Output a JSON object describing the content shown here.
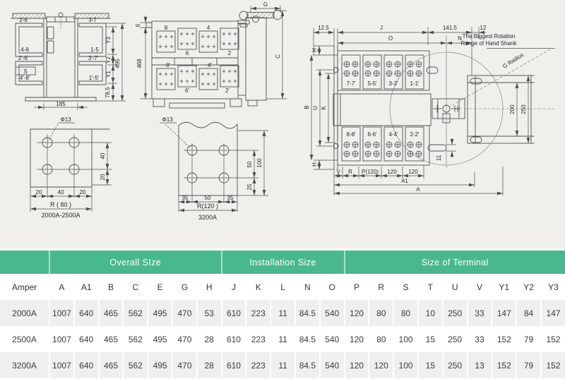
{
  "colors": {
    "header_green": "#4ab88d",
    "row_stripe": "#efefef",
    "drawing_bg": "#f0efeb"
  },
  "drawings": {
    "side_view": {
      "labels": {
        "l1": "2-6",
        "l2": "4-8",
        "l3": "2'-6'",
        "l4": "S",
        "l5": "4'-8'",
        "r1": "3-7",
        "r2": "1-5",
        "r3": "3'-7'",
        "r4": "1'-5'"
      },
      "dims": {
        "y3": "Y3",
        "y2": "Y2",
        "y1": "Y1",
        "e": "495",
        "b": "78.5",
        "w": "185"
      }
    },
    "front_view": {
      "labels": {
        "a1": "8",
        "a2": "6",
        "a3": "4",
        "a4": "2",
        "b1": "8'",
        "b2": "6'",
        "b3": "4'",
        "b4": "2'"
      },
      "dims": {
        "f": "6",
        "h": "468",
        "g": "G",
        "c": "C"
      }
    },
    "top_view": {
      "note1": "The Biggest Rotation",
      "note2": "Range of Hand Shank",
      "g_radius": "G Radius",
      "terminals_top": [
        "7-7'",
        "5-5'",
        "3-3'",
        "1-1'"
      ],
      "terminals_bottom": [
        "8-8'",
        "6-6'",
        "4-4'",
        "2-2'"
      ],
      "dims": {
        "d125": "12.5",
        "j": "J",
        "d1415": "141.5",
        "d12": "12",
        "o": "O",
        "n": "N",
        "ht": "H",
        "b": "B",
        "u": "U",
        "k": "K",
        "hb": "H",
        "d200": "200",
        "d250": "250",
        "d11": "11",
        "v": "V",
        "r": "R",
        "p": "P(120)",
        "s1": "120",
        "s2": "120",
        "a1": "A1",
        "a": "A"
      }
    },
    "plate_small": {
      "phi": "Φ13",
      "v1": "40",
      "v2": "20",
      "h1": "20",
      "h2": "40",
      "h3": "20",
      "radius": "R ( 80 )",
      "caption": "2000A-2500A"
    },
    "plate_big": {
      "phi": "Φ13",
      "v1": "50",
      "v2": "25",
      "vt": "100",
      "h1": "35",
      "h2": "50",
      "h3": "35",
      "radius": "R(120 )",
      "caption": "3200A"
    }
  },
  "table": {
    "groups": {
      "overall": "Overall SIze",
      "installation": "Installation  Size",
      "terminal": "Size of Terminal"
    },
    "amper_header": "Amper",
    "columns": [
      "A",
      "A1",
      "B",
      "C",
      "E",
      "G",
      "H",
      "J",
      "K",
      "L",
      "N",
      "O",
      "P",
      "R",
      "S",
      "T",
      "U",
      "V",
      "Y1",
      "Y2",
      "Y3"
    ],
    "rows": [
      {
        "amper": "2000A",
        "values": [
          "1007",
          "640",
          "465",
          "562",
          "495",
          "470",
          "53",
          "610",
          "223",
          "11",
          "84.5",
          "540",
          "120",
          "80",
          "80",
          "10",
          "250",
          "33",
          "147",
          "84",
          "147"
        ]
      },
      {
        "amper": "2500A",
        "values": [
          "1007",
          "640",
          "465",
          "562",
          "495",
          "470",
          "28",
          "610",
          "223",
          "11",
          "84.5",
          "540",
          "120",
          "80",
          "100",
          "15",
          "250",
          "33",
          "152",
          "79",
          "152"
        ]
      },
      {
        "amper": "3200A",
        "values": [
          "1007",
          "640",
          "465",
          "562",
          "495",
          "470",
          "28",
          "610",
          "223",
          "11",
          "84.5",
          "540",
          "120",
          "120",
          "100",
          "15",
          "250",
          "13",
          "152",
          "79",
          "152"
        ]
      }
    ]
  }
}
